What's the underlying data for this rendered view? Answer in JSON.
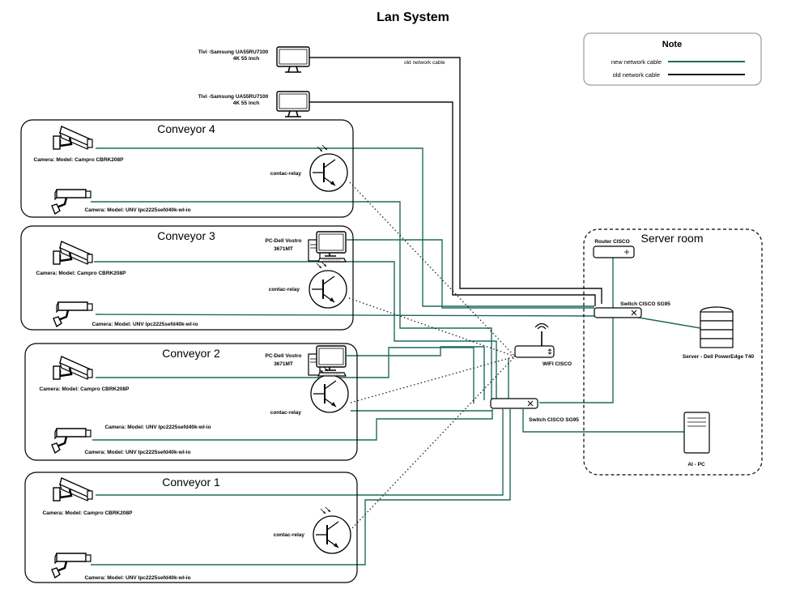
{
  "title": "Lan System",
  "note": {
    "title": "Note",
    "new_label": "new network cable",
    "old_label": "old network cable",
    "new_color": "#1e6b5c",
    "old_color": "#111111"
  },
  "tvs": [
    {
      "line1": "Tivi -Samsung UA55RU7100",
      "line2": "4K 55 inch"
    },
    {
      "line1": "Tivi -Samsung UA55RU7100",
      "line2": "4K 55 inch"
    }
  ],
  "old_cable_label": "old network cable",
  "conveyors": [
    {
      "title": "Conveyor 4",
      "camera_top": "Camera: Model: Campro CBRK208P",
      "camera_bottom": "Camera: Model: UNV Ipc2225sefd40k-wl-io",
      "relay": "contac-relay"
    },
    {
      "title": "Conveyor 3",
      "camera_top": "Camera: Model: Campro CBRK208P",
      "camera_bottom": "Camera: Model: UNV Ipc2225sefd40k-wl-io",
      "relay": "contac-relay",
      "pc_line1": "PC-Dell Vostro",
      "pc_line2": "3671MT"
    },
    {
      "title": "Conveyor 2",
      "camera_top": "Camera: Model: Campro CBRK208P",
      "camera_mid": "Camera: Model: UNV Ipc2225sefd40k-wl-io",
      "camera_bottom": "Camera: Model: UNV Ipc2225sefd40k-wl-io",
      "relay": "contac-relay",
      "pc_line1": "PC-Dell Vostro",
      "pc_line2": "3671MT"
    },
    {
      "title": "Conveyor 1",
      "camera_top": "Camera: Model: Campro CBRK208P",
      "camera_bottom": "Camera: Model: UNV Ipc2225sefd40k-wl-io",
      "relay": "contac-relay"
    }
  ],
  "wifi_label": "WIFI CISCO",
  "switch_main_label": "Switch CISCO SG95",
  "server_room": {
    "title": "Server room",
    "router_label": "Router CISCO",
    "switch_label": "Switch CISCO SG95",
    "server_label": "Server - Dell PowerEdge T40",
    "ai_pc_label": "AI - PC"
  }
}
